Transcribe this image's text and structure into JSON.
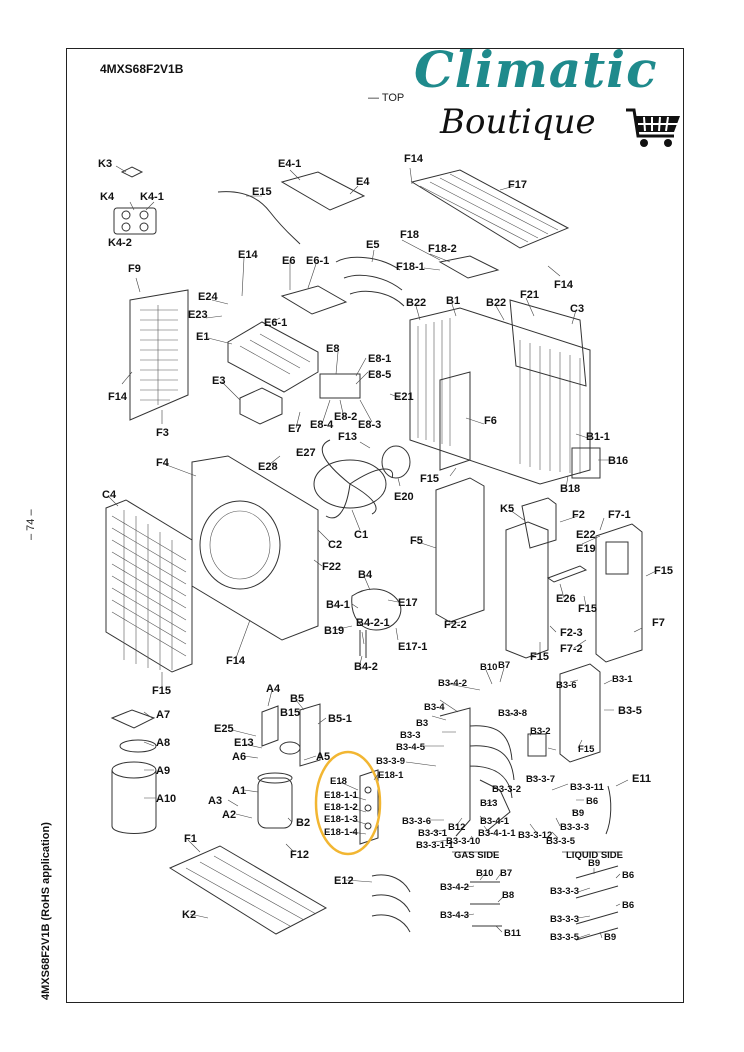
{
  "header": {
    "model": "4MXS68F2V1B",
    "view": "— TOP",
    "side_note": "4MXS68F2V1B (RoHS application)",
    "page": "– 74 –"
  },
  "logo": {
    "brand": "Climatic",
    "shop": "Boutique",
    "brand_color": "#1f8a8c"
  },
  "section_labels": {
    "gas_side": "GAS SIDE",
    "liquid_side": "LIQUID SIDE"
  },
  "highlight_color": "#f2b632",
  "parts": {
    "K3": "K3",
    "K4": "K4",
    "K4_1": "K4-1",
    "K4_2": "K4-2",
    "F9": "F9",
    "F14a": "F14",
    "F3": "F3",
    "E15": "E15",
    "E4_1": "E4-1",
    "E4": "E4",
    "F14b": "F14",
    "F17": "F17",
    "F18": "F18",
    "F18_2": "F18-2",
    "F18_1": "F18-1",
    "F14c": "F14",
    "E5": "E5",
    "E14": "E14",
    "E6": "E6",
    "E6_1a": "E6-1",
    "E24": "E24",
    "E23": "E23",
    "E6_1b": "E6-1",
    "E1": "E1",
    "E3": "E3",
    "E7": "E7",
    "E8": "E8",
    "E8_1": "E8-1",
    "E8_5": "E8-5",
    "E8_4": "E8-4",
    "E8_2": "E8-2",
    "E8_3": "E8-3",
    "E21": "E21",
    "B22a": "B22",
    "B1": "B1",
    "B22b": "B22",
    "F21": "F21",
    "C3": "C3",
    "F6": "F6",
    "B1_1": "B1-1",
    "B16": "B16",
    "B18": "B18",
    "F13": "F13",
    "E27": "E27",
    "E28": "E28",
    "F15a": "F15",
    "E20": "E20",
    "F4": "F4",
    "C4": "C4",
    "C1": "C1",
    "C2": "C2",
    "F22": "F22",
    "K5": "K5",
    "F5": "F5",
    "F2": "F2",
    "E22": "E22",
    "E19": "E19",
    "F7_1": "F7-1",
    "F15b": "F15",
    "E26": "E26",
    "F15c": "F15",
    "F7": "F7",
    "B4": "B4",
    "B4_1": "B4-1",
    "B19": "B19",
    "B4_2_1": "B4-2-1",
    "B4_2": "B4-2",
    "E17": "E17",
    "E17_1": "E17-1",
    "F2_2": "F2-2",
    "F15d": "F15",
    "F2_3": "F2-3",
    "F7_2": "F7-2",
    "F14d": "F14",
    "F15e": "F15",
    "A7": "A7",
    "A8": "A8",
    "A9": "A9",
    "A10": "A10",
    "A4": "A4",
    "B5": "B5",
    "B15": "B15",
    "B5_1": "B5-1",
    "E25": "E25",
    "E13": "E13",
    "A6": "A6",
    "A5": "A5",
    "A1": "A1",
    "A3": "A3",
    "A2": "A2",
    "B2": "B2",
    "F12": "F12",
    "F1": "F1",
    "K2": "K2",
    "E12": "E12",
    "E18": "E18",
    "E18_1": "E18-1",
    "E18_1_1": "E18-1-1",
    "E18_1_2": "E18-1-2",
    "E18_1_3": "E18-1-3",
    "E18_1_4": "E18-1-4",
    "B10a": "B10",
    "B7a": "B7",
    "B3_4_2a": "B3-4-2",
    "B3_4": "B3-4",
    "B3": "B3",
    "B3_3": "B3-3",
    "B3_4_5": "B3-4-5",
    "B3_3_9": "B3-3-9",
    "B3_3_8": "B3-3-8",
    "B3_2": "B3-2",
    "B3_3_7": "B3-3-7",
    "B3_3_2": "B3-3-2",
    "B13": "B13",
    "B3_3_6": "B3-3-6",
    "B3_3_1": "B3-3-1",
    "B3_3_1_1": "B3-3-1-1",
    "B12": "B12",
    "B3_3_10": "B3-3-10",
    "B3_4_1": "B3-4-1",
    "B3_4_1_1": "B3-4-1-1",
    "B3_3_12": "B3-3-12",
    "B3_3_11": "B3-3-11",
    "B6a": "B6",
    "B9a": "B9",
    "B3_3_3a": "B3-3-3",
    "B3_3_5a": "B3-3-5",
    "B3_6": "B3-6",
    "B3_1": "B3-1",
    "B3_5": "B3-5",
    "F15f": "F15",
    "E11": "E11",
    "B10b": "B10",
    "B7b": "B7",
    "B3_4_2b": "B3-4-2",
    "B8": "B8",
    "B3_4_3": "B3-4-3",
    "B11": "B11",
    "B9b": "B9",
    "B3_3_3b": "B3-3-3",
    "B6b": "B6",
    "B6c": "B6",
    "B3_3_3c": "B3-3-3",
    "B3_3_5b": "B3-3-5",
    "B9c": "B9"
  }
}
